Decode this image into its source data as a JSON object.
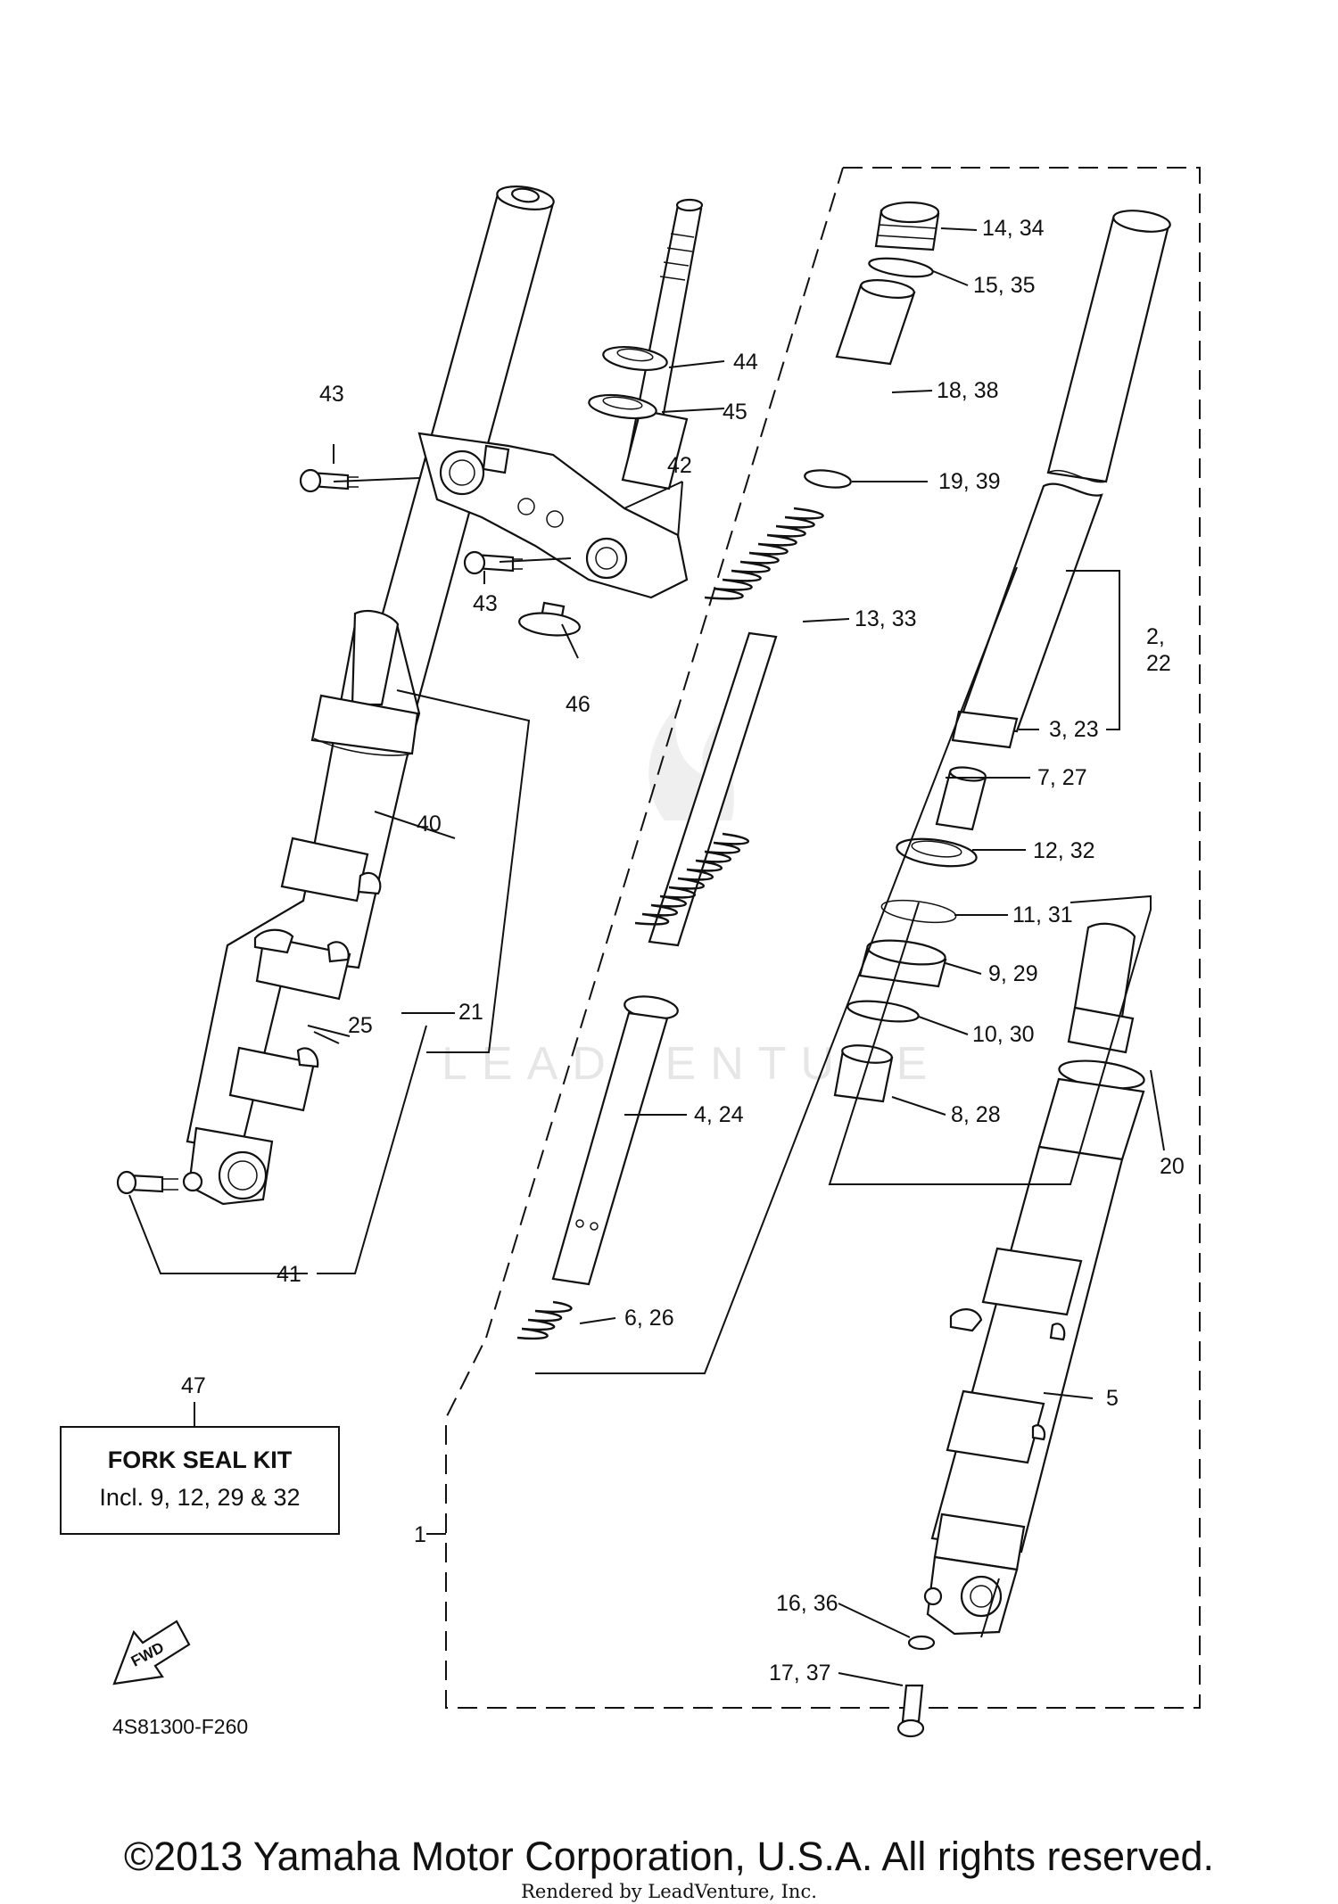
{
  "diagram_code": "4S81300-F260",
  "kit": {
    "callout": "47",
    "title": "FORK SEAL KIT",
    "subtitle": "Incl. 9, 12, 29 & 32"
  },
  "fwd_icon_label": "FWD",
  "watermark": "LEADVENTURE",
  "copyright": "©2013 Yamaha Motor Corporation, U.S.A. All rights reserved.",
  "rendered_by": "Rendered by LeadVenture, Inc.",
  "callouts": {
    "c1": "1",
    "c2": "2,",
    "c2b": "22",
    "c3": "3, 23",
    "c4": "4, 24",
    "c5": "5",
    "c6": "6, 26",
    "c7": "7, 27",
    "c8": "8, 28",
    "c9": "9, 29",
    "c10": "10, 30",
    "c11": "11, 31",
    "c12": "12, 32",
    "c13": "13, 33",
    "c14": "14, 34",
    "c15": "15, 35",
    "c16": "16, 36",
    "c17": "17, 37",
    "c18": "18, 38",
    "c19": "19, 39",
    "c20": "20",
    "c21": "21",
    "c25": "25",
    "c40": "40",
    "c41": "41",
    "c42": "42",
    "c43a": "43",
    "c43b": "43",
    "c44": "44",
    "c45": "45",
    "c46": "46"
  }
}
